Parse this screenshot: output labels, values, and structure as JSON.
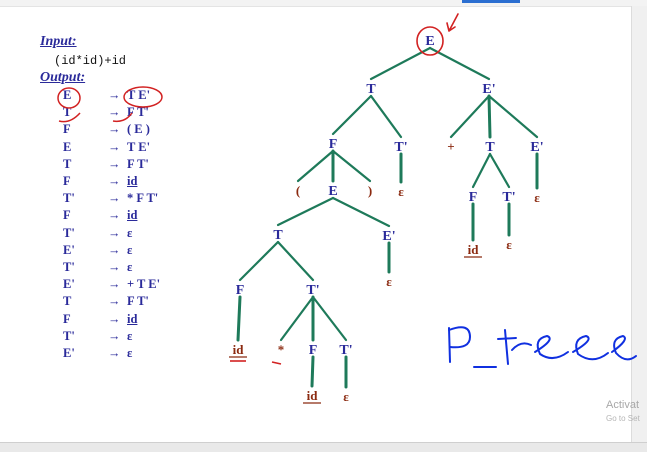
{
  "input_heading": "Input:",
  "input_string": "(id*id)+id",
  "output_heading": "Output:",
  "productions": [
    {
      "lhs": "E",
      "rhs": "T E'"
    },
    {
      "lhs": "T",
      "rhs": "F T'"
    },
    {
      "lhs": "F",
      "rhs": "( E )"
    },
    {
      "lhs": "E",
      "rhs": "T E'"
    },
    {
      "lhs": "T",
      "rhs": "F T'"
    },
    {
      "lhs": "F",
      "rhs": "id"
    },
    {
      "lhs": "T'",
      "rhs": "* F T'"
    },
    {
      "lhs": "F",
      "rhs": "id"
    },
    {
      "lhs": "T'",
      "rhs": "ε"
    },
    {
      "lhs": "E'",
      "rhs": "ε"
    },
    {
      "lhs": "T'",
      "rhs": "ε"
    },
    {
      "lhs": "E'",
      "rhs": "+ T E'"
    },
    {
      "lhs": "T",
      "rhs": "F T'"
    },
    {
      "lhs": "F",
      "rhs": "id"
    },
    {
      "lhs": "T'",
      "rhs": "ε"
    },
    {
      "lhs": "E'",
      "rhs": "ε"
    }
  ],
  "arrow": "→",
  "tree_nodes": [
    {
      "id": "n_E_root",
      "label": "E",
      "kind": "nonterminal"
    },
    {
      "id": "n_T1",
      "label": "T",
      "kind": "nonterminal"
    },
    {
      "id": "n_Ep1",
      "label": "E'",
      "kind": "nonterminal"
    },
    {
      "id": "n_F1",
      "label": "F",
      "kind": "nonterminal"
    },
    {
      "id": "n_Tp1",
      "label": "T'",
      "kind": "nonterminal"
    },
    {
      "id": "n_eps_Tp1",
      "label": "ε",
      "kind": "terminal"
    },
    {
      "id": "n_lparen",
      "label": "(",
      "kind": "terminal"
    },
    {
      "id": "n_E2",
      "label": "E",
      "kind": "nonterminal"
    },
    {
      "id": "n_rparen",
      "label": ")",
      "kind": "terminal"
    },
    {
      "id": "n_T2",
      "label": "T",
      "kind": "nonterminal"
    },
    {
      "id": "n_Ep2",
      "label": "E'",
      "kind": "nonterminal"
    },
    {
      "id": "n_eps_Ep2",
      "label": "ε",
      "kind": "terminal"
    },
    {
      "id": "n_F2",
      "label": "F",
      "kind": "nonterminal"
    },
    {
      "id": "n_Tp2",
      "label": "T'",
      "kind": "nonterminal"
    },
    {
      "id": "n_id1",
      "label": "id",
      "kind": "terminal"
    },
    {
      "id": "n_star",
      "label": "*",
      "kind": "terminal"
    },
    {
      "id": "n_F3",
      "label": "F",
      "kind": "nonterminal"
    },
    {
      "id": "n_Tp3",
      "label": "T'",
      "kind": "nonterminal"
    },
    {
      "id": "n_id2",
      "label": "id",
      "kind": "terminal"
    },
    {
      "id": "n_eps_Tp3",
      "label": "ε",
      "kind": "terminal"
    },
    {
      "id": "n_plus",
      "label": "+",
      "kind": "terminal"
    },
    {
      "id": "n_T3",
      "label": "T",
      "kind": "nonterminal"
    },
    {
      "id": "n_Ep3",
      "label": "E'",
      "kind": "nonterminal"
    },
    {
      "id": "n_eps_Ep3",
      "label": "ε",
      "kind": "terminal"
    },
    {
      "id": "n_F4",
      "label": "F",
      "kind": "nonterminal"
    },
    {
      "id": "n_Tp4",
      "label": "T'",
      "kind": "nonterminal"
    },
    {
      "id": "n_id3",
      "label": "id",
      "kind": "terminal"
    },
    {
      "id": "n_eps_Tp4",
      "label": "ε",
      "kind": "terminal"
    }
  ],
  "tree_edges": [
    [
      "n_E_root",
      "n_T1"
    ],
    [
      "n_E_root",
      "n_Ep1"
    ],
    [
      "n_T1",
      "n_F1"
    ],
    [
      "n_T1",
      "n_Tp1"
    ],
    [
      "n_Tp1",
      "n_eps_Tp1"
    ],
    [
      "n_F1",
      "n_lparen"
    ],
    [
      "n_F1",
      "n_E2"
    ],
    [
      "n_F1",
      "n_rparen"
    ],
    [
      "n_E2",
      "n_T2"
    ],
    [
      "n_E2",
      "n_Ep2"
    ],
    [
      "n_Ep2",
      "n_eps_Ep2"
    ],
    [
      "n_T2",
      "n_F2"
    ],
    [
      "n_T2",
      "n_Tp2"
    ],
    [
      "n_F2",
      "n_id1"
    ],
    [
      "n_Tp2",
      "n_star"
    ],
    [
      "n_Tp2",
      "n_F3"
    ],
    [
      "n_Tp2",
      "n_Tp3"
    ],
    [
      "n_F3",
      "n_id2"
    ],
    [
      "n_Tp3",
      "n_eps_Tp3"
    ],
    [
      "n_Ep1",
      "n_plus"
    ],
    [
      "n_Ep1",
      "n_T3"
    ],
    [
      "n_Ep1",
      "n_Ep3"
    ],
    [
      "n_Ep3",
      "n_eps_Ep3"
    ],
    [
      "n_T3",
      "n_F4"
    ],
    [
      "n_T3",
      "n_Tp4"
    ],
    [
      "n_F4",
      "n_id3"
    ],
    [
      "n_Tp4",
      "n_eps_Tp4"
    ]
  ],
  "handwritten_note": "P_tree",
  "watermark": {
    "line1": "Activat",
    "line2": "Go to Set"
  },
  "colors": {
    "nonterminal": "#2a2a9a",
    "terminal": "#8b2a10",
    "edge": "#1e7a5a",
    "annotation_red": "#d22222",
    "handwriting_blue": "#1030e0"
  }
}
